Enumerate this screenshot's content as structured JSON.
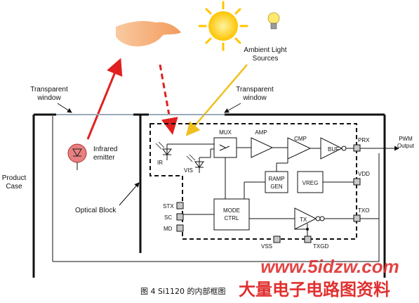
{
  "labels": {
    "ambient": [
      "Ambient Light",
      "Sources"
    ],
    "transparent_window_left": [
      "Transparent",
      "window"
    ],
    "transparent_window_right": [
      "Transparent",
      "window"
    ],
    "product_case": [
      "Product",
      "Case"
    ],
    "infrared_emitter": [
      "Infrared",
      "emitter"
    ],
    "optical_block": "Optical Block",
    "ir": "IR",
    "vis": "VIS",
    "mux": "MUX",
    "amp": "AMP",
    "cmp": "CMP",
    "buf": "BUF",
    "ramp_gen": [
      "RAMP",
      "GEN"
    ],
    "vreg": "VREG",
    "mode_ctrl": [
      "MODE",
      "CTRL"
    ],
    "tx": "TX",
    "prx": "PRX",
    "pwm_output": [
      "PWM",
      "Output"
    ],
    "vdd": "VDD",
    "txo": "TXO",
    "vss": "VSS",
    "txgd": "TXGD",
    "stx": "STX",
    "sc": "SC",
    "md": "MD"
  },
  "watermark": {
    "url": "www.5idzw.com",
    "cn": "大量电子电路图资料"
  },
  "caption": "图 4  Si1120 的内部框图",
  "colors": {
    "red_arrow": "#e02020",
    "yellow_arrow": "#f0c020",
    "sun": "#ffcc00",
    "hand": "#f5a060",
    "emitter_fill": "#e88080",
    "watermark": "#e03030",
    "pin_fill": "#c8c8c8"
  }
}
